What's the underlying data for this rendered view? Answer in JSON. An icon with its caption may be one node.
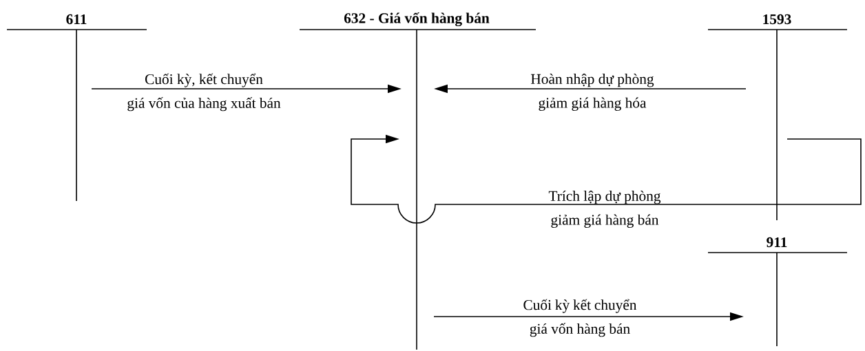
{
  "diagram": {
    "nodes": [
      {
        "text": [
          "611"
        ]
      },
      {
        "text": [
          "632 - Giá vốn hàng bán"
        ]
      },
      {
        "text": [
          "1593"
        ]
      },
      {
        "text": [
          "911"
        ]
      }
    ],
    "edges": [
      {
        "from": 0,
        "to": 1,
        "arrow": "to",
        "label": "Cuối kỳ, kết chuyển giá vốn của hàng xuất bán"
      },
      {
        "from": 2,
        "to": 1,
        "arrow": "to",
        "label": "Hoàn nhập dự phòng giảm giá hàng hóa"
      },
      {
        "from": 2,
        "to": 1,
        "arrow": "to",
        "label": "Trích lập dự phòng giảm giá hàng bán"
      },
      {
        "from": 1,
        "to": 3,
        "arrow": "to",
        "label": "Cuối kỳ kết chuyển giá vốn hàng bán"
      }
    ]
  }
}
